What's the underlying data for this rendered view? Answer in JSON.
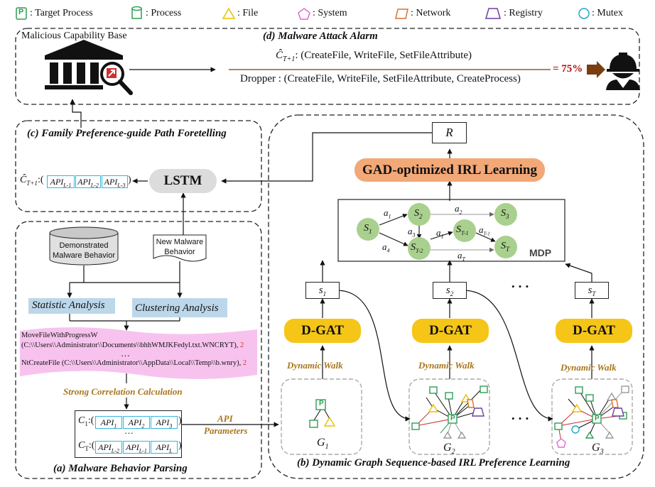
{
  "legend": [
    {
      "icon": "target-process",
      "label": ": Target Process"
    },
    {
      "icon": "process",
      "label": ": Process"
    },
    {
      "icon": "file",
      "label": ": File"
    },
    {
      "icon": "system",
      "label": ": System"
    },
    {
      "icon": "network",
      "label": ": Network"
    },
    {
      "icon": "registry",
      "label": ": Registry"
    },
    {
      "icon": "mutex",
      "label": ": Mutex"
    }
  ],
  "legend_target_letter": "P",
  "alarm": {
    "base_label": "Malicious Capability Base",
    "title": "(d) Malware Attack Alarm",
    "pred_symbol": "Ĉ",
    "pred_sub": "T+1",
    "pred_text": ": (CreateFile, WriteFile, SetFileAttribute)",
    "dropper_text": "Dropper : (CreateFile, WriteFile, SetFileAttribute, CreateProcess)",
    "percent": "= 75%"
  },
  "foretell": {
    "title": "(c) Family Preference-guide Path Foretelling",
    "lstm": "LSTM",
    "pred_symbol": "Ĉ",
    "pred_sub": "T+1",
    "apis": [
      "API",
      "API",
      "API"
    ],
    "api_subs": [
      "L-1",
      "L-2",
      "L-3"
    ]
  },
  "parsing": {
    "demo_label": "Demonstrated Malware Behavior",
    "new_label": "New Malware Behavior",
    "statistic": "Statistic Analysis",
    "clustering": "Clustering Analysis",
    "trace1_a": "MoveFileWithProgressW",
    "trace1_b": "(C:\\\\Users\\\\Administrator\\\\Documents\\\\bhhWMJKFedyl.txt.WNCRYT),",
    "trace1_n": "2",
    "dots": "…",
    "trace2": "NtCreateFile (C:\\\\Users\\\\Administrator\\\\AppData\\\\Local\\\\Temp\\\\b.wnry),",
    "trace2_n": "2",
    "correlation": "Strong Correlation Calculation",
    "c1": "C",
    "c1_sub": "1",
    "ct": "C",
    "ct_sub": "T",
    "c1_apis": [
      "API",
      "API",
      "API"
    ],
    "c1_subs": [
      "1",
      "2",
      "3"
    ],
    "ct_apis": [
      "API",
      "API",
      "API"
    ],
    "ct_subs": [
      "L-2",
      "L-1",
      "L"
    ],
    "api_params_1": "API",
    "api_params_2": "Parameters",
    "title": "(a)  Malware Behavior Parsing"
  },
  "irl": {
    "r_label": "R",
    "gad": "GAD-optimized IRL Learning",
    "mdp": "MDP",
    "states": [
      {
        "s": "S",
        "sub": "1"
      },
      {
        "s": "S",
        "sub": "2"
      },
      {
        "s": "S",
        "sub": "3"
      },
      {
        "s": "S",
        "sub": "T-1"
      },
      {
        "s": "S",
        "sub": "T-2"
      },
      {
        "s": "S",
        "sub": "T"
      }
    ],
    "actions": [
      {
        "a": "a",
        "sub": "1"
      },
      {
        "a": "a",
        "sub": "2"
      },
      {
        "a": "a",
        "sub": "3"
      },
      {
        "a": "a",
        "sub": "1"
      },
      {
        "a": "a",
        "sub": "T-1"
      },
      {
        "a": "a",
        "sub": "4"
      },
      {
        "a": "a",
        "sub": "T"
      }
    ],
    "seq": [
      {
        "s": "s",
        "sub": "1"
      },
      {
        "s": "s",
        "sub": "2"
      },
      {
        "s": "s",
        "sub": "T"
      }
    ],
    "dgat": "D-GAT",
    "dynamic_walk": "Dynamic Walk",
    "graphs": [
      {
        "g": "G",
        "sub": "1"
      },
      {
        "g": "G",
        "sub": "2"
      },
      {
        "g": "G",
        "sub": "3"
      }
    ],
    "ellipsis": "• • •",
    "title": "(b) Dynamic Graph Sequence-based IRL Preference Learning"
  },
  "colors": {
    "dgat": "#f5c518",
    "gad": "#f2a877",
    "mdp_state": "#a9d08e",
    "analysis": "#bcd7ea",
    "wave": "#f7c3ee",
    "arrow_alarm": "#7a3d10",
    "process": "#2e9e55",
    "file": "#e8c000",
    "system": "#e06ad8",
    "network": "#d9722a",
    "registry": "#6b3fa0",
    "mutex": "#1fa6d0"
  }
}
